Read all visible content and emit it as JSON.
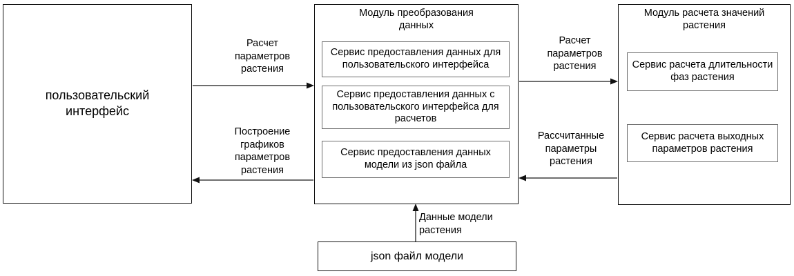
{
  "diagram": {
    "title_text": "",
    "nodes": {
      "ui": {
        "label": "пользовательский\nинтерфейс"
      },
      "data_module": {
        "title": "Модуль преобразования\nданных",
        "services": [
          "Сервис предоставления данных\nдля пользовательского интерфейса",
          "Сервис предоставления данных с\nпользовательского интерфейса для\nрасчетов",
          "Сервис предоставления данных\nмодели из json файла"
        ]
      },
      "calc_module": {
        "title": "Модуль расчета значений\nрастения",
        "services": [
          "Сервис расчета\nдлительности фаз растения",
          "Сервис расчета выходных\nпараметров растения"
        ]
      },
      "json_file": {
        "label": "json файл модели"
      }
    },
    "edges": [
      {
        "id": "ui-to-data",
        "label": "Расчет\nпараметров\nрастения",
        "direction": "right"
      },
      {
        "id": "data-to-ui",
        "label": "Построение\nграфиков\nпараметров\nрастения",
        "direction": "left"
      },
      {
        "id": "data-to-calc",
        "label": "Расчет\nпараметров\nрастения",
        "direction": "right"
      },
      {
        "id": "calc-to-data",
        "label": "Рассчитанные\nпараметры\nрастения",
        "direction": "left"
      },
      {
        "id": "json-to-data",
        "label": "Данные модели\nрастения",
        "direction": "up"
      }
    ],
    "colors": {
      "stroke": "#111111",
      "inner_stroke": "#6b6b6b",
      "arrow": "#3f3f3f",
      "background": "#ffffff",
      "text": "#000000"
    }
  }
}
